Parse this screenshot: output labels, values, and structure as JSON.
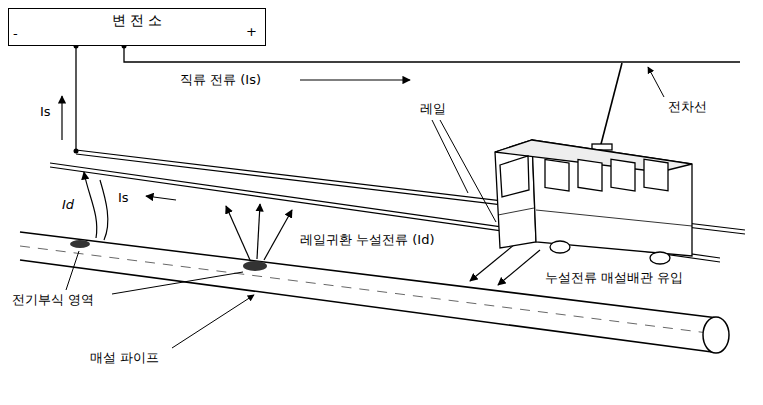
{
  "diagram": {
    "nodes": [
      {
        "text": [
          "변 전 소"
        ]
      }
    ],
    "labels": [
      "-",
      "+",
      "Is",
      "직류 전류 (Is)",
      "전차선",
      "레일",
      "Id",
      "Is",
      "레일귀환 누설전류 (Id)",
      "전기부식 영역",
      "누설전류 매설배관 유입",
      "매설 파이프"
    ]
  }
}
